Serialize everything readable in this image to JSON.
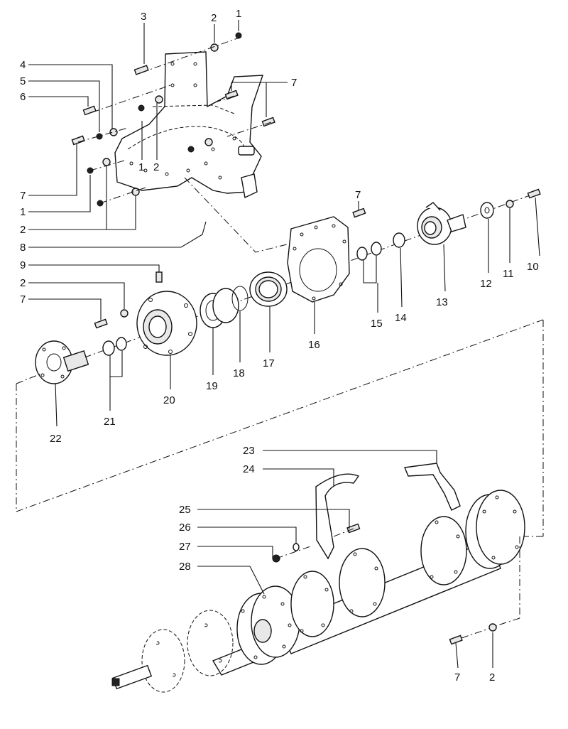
{
  "callouts": {
    "c1": "1",
    "c2": "2",
    "c3": "3",
    "c4": "4",
    "c5": "5",
    "c6": "6",
    "c7": "7",
    "c8": "8",
    "c9": "9",
    "c10": "10",
    "c11": "11",
    "c12": "12",
    "c13": "13",
    "c14": "14",
    "c15": "15",
    "c16": "16",
    "c17": "17",
    "c18": "18",
    "c19": "19",
    "c20": "20",
    "c21": "21",
    "c22": "22",
    "c23": "23",
    "c24": "24",
    "c25": "25",
    "c26": "26",
    "c27": "27",
    "c28": "28"
  }
}
